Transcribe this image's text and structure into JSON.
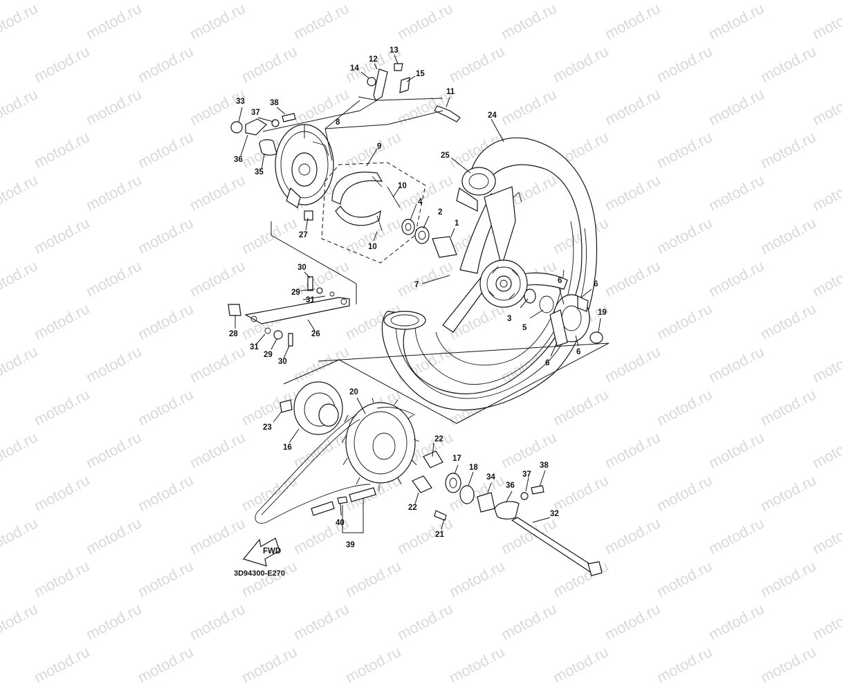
{
  "watermark": "motod.ru",
  "drawing_code": "3D94300-E270",
  "fwd_label": "FWD",
  "callouts": [
    {
      "id": "c1",
      "text": "1"
    },
    {
      "id": "c2",
      "text": "2"
    },
    {
      "id": "c3",
      "text": "3"
    },
    {
      "id": "c4",
      "text": "4"
    },
    {
      "id": "c5",
      "text": "5"
    },
    {
      "id": "c6a",
      "text": "6"
    },
    {
      "id": "c6b",
      "text": "6"
    },
    {
      "id": "c6c",
      "text": "6"
    },
    {
      "id": "c6d",
      "text": "6"
    },
    {
      "id": "c7",
      "text": "7"
    },
    {
      "id": "c8",
      "text": "8"
    },
    {
      "id": "c9",
      "text": "9"
    },
    {
      "id": "c10a",
      "text": "10"
    },
    {
      "id": "c10b",
      "text": "10"
    },
    {
      "id": "c11",
      "text": "11"
    },
    {
      "id": "c12",
      "text": "12"
    },
    {
      "id": "c13",
      "text": "13"
    },
    {
      "id": "c14",
      "text": "14"
    },
    {
      "id": "c15",
      "text": "15"
    },
    {
      "id": "c16",
      "text": "16"
    },
    {
      "id": "c17",
      "text": "17"
    },
    {
      "id": "c18",
      "text": "18"
    },
    {
      "id": "c19",
      "text": "19"
    },
    {
      "id": "c20",
      "text": "20"
    },
    {
      "id": "c21",
      "text": "21"
    },
    {
      "id": "c22a",
      "text": "22"
    },
    {
      "id": "c22b",
      "text": "22"
    },
    {
      "id": "c23",
      "text": "23"
    },
    {
      "id": "c24",
      "text": "24"
    },
    {
      "id": "c25",
      "text": "25"
    },
    {
      "id": "c26",
      "text": "26"
    },
    {
      "id": "c27",
      "text": "27"
    },
    {
      "id": "c28",
      "text": "28"
    },
    {
      "id": "c29a",
      "text": "29"
    },
    {
      "id": "c29b",
      "text": "29"
    },
    {
      "id": "c30a",
      "text": "30"
    },
    {
      "id": "c30b",
      "text": "30"
    },
    {
      "id": "c31a",
      "text": "31"
    },
    {
      "id": "c31b",
      "text": "31"
    },
    {
      "id": "c32",
      "text": "32"
    },
    {
      "id": "c33",
      "text": "33"
    },
    {
      "id": "c34",
      "text": "34"
    },
    {
      "id": "c35",
      "text": "35"
    },
    {
      "id": "c36a",
      "text": "36"
    },
    {
      "id": "c36b",
      "text": "36"
    },
    {
      "id": "c37a",
      "text": "37"
    },
    {
      "id": "c37b",
      "text": "37"
    },
    {
      "id": "c38a",
      "text": "38"
    },
    {
      "id": "c38b",
      "text": "38"
    },
    {
      "id": "c39",
      "text": "39"
    },
    {
      "id": "c40",
      "text": "40"
    }
  ]
}
